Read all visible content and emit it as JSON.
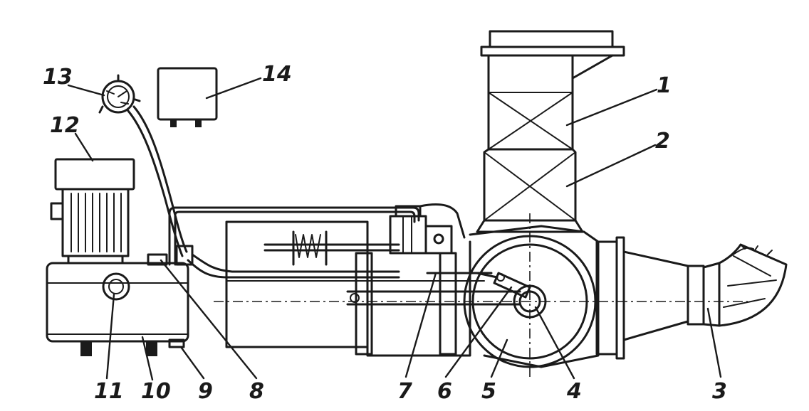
{
  "callouts": {
    "c1": "1",
    "c2": "2",
    "c3": "3",
    "c4": "4",
    "c5": "5",
    "c6": "6",
    "c7": "7",
    "c8": "8",
    "c9": "9",
    "c10": "10",
    "c11": "11",
    "c12": "12",
    "c13": "13",
    "c14": "14"
  },
  "ink_color": "#1a1a1a",
  "paper_color": "#ffffff"
}
